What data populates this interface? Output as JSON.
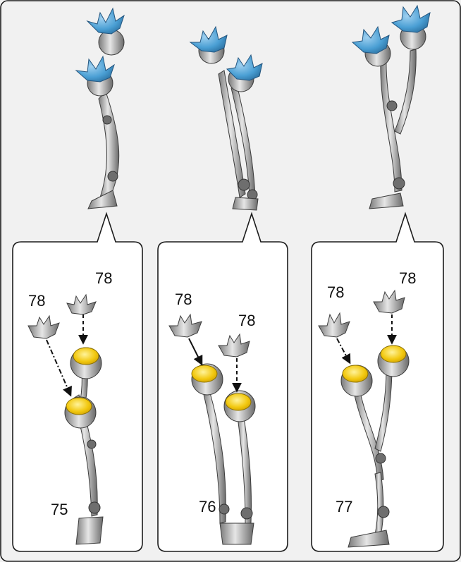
{
  "panels": [
    {
      "id": "left",
      "part_number": "75",
      "arm_labels": [
        "78",
        "78"
      ],
      "colors": {
        "joint_top": "#4a9fd4",
        "joint_cap": "#f2c80f",
        "metal": "#a8a8a8"
      }
    },
    {
      "id": "middle",
      "part_number": "76",
      "arm_labels": [
        "78",
        "78"
      ],
      "colors": {
        "joint_top": "#4a9fd4",
        "joint_cap": "#f2c80f",
        "metal": "#a8a8a8"
      }
    },
    {
      "id": "right",
      "part_number": "77",
      "arm_labels": [
        "78",
        "78"
      ],
      "colors": {
        "joint_top": "#4a9fd4",
        "joint_cap": "#f2c80f",
        "metal": "#a8a8a8"
      }
    }
  ]
}
